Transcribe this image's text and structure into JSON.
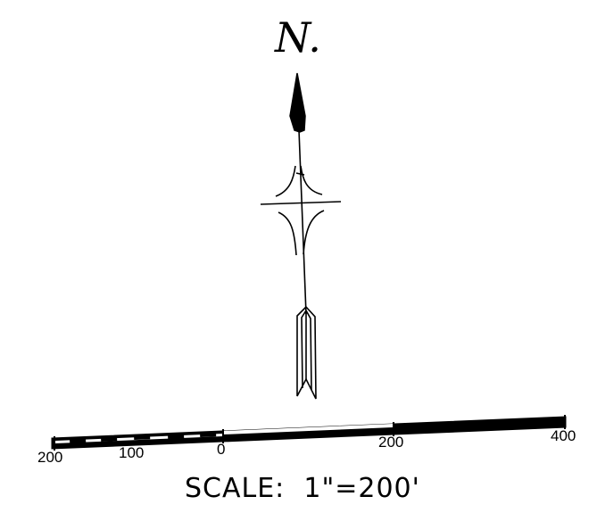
{
  "north_arrow": {
    "label": "N."
  },
  "scale_bar": {
    "tick_labels": [
      "200",
      "100",
      "0",
      "200",
      "400"
    ],
    "scale_text": "SCALE:  1\"=200'"
  },
  "colors": {
    "ink": "#000000",
    "paper": "#ffffff"
  }
}
